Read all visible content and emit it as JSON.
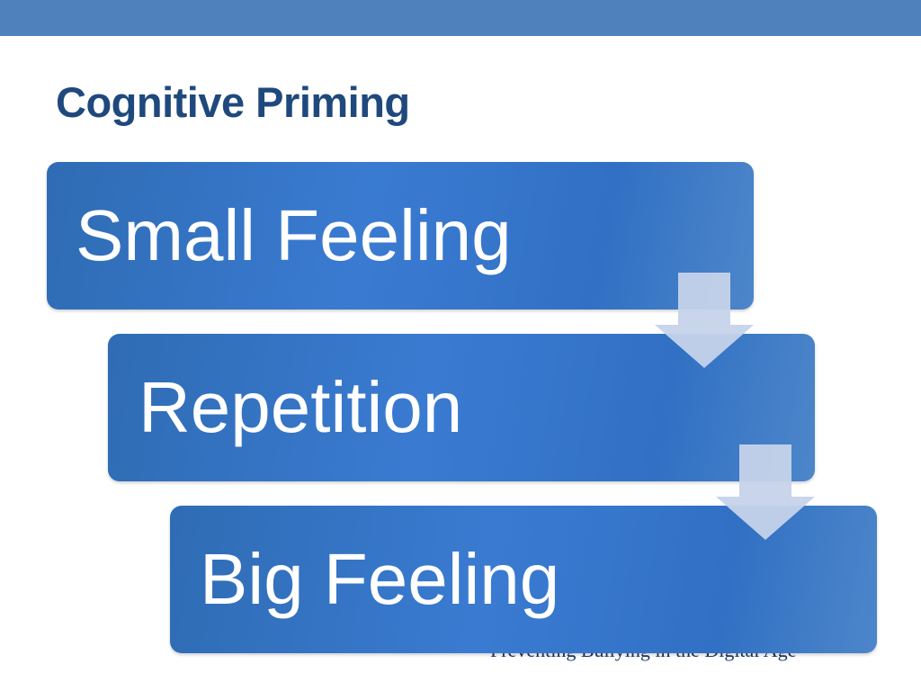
{
  "slide": {
    "title": "Cognitive Priming",
    "footer": "Preventing Bullying in the Digital Age"
  },
  "process": {
    "steps": [
      {
        "label": "Small  Feeling"
      },
      {
        "label": "Repetition"
      },
      {
        "label": "Big Feeling"
      }
    ]
  },
  "colors": {
    "top_bar": "#4f81bd",
    "title": "#1f497d",
    "box_fill": "#3a7bd2",
    "arrow_fill": "#c6d3ea"
  },
  "icons": {
    "connector": "down-arrow-icon"
  }
}
